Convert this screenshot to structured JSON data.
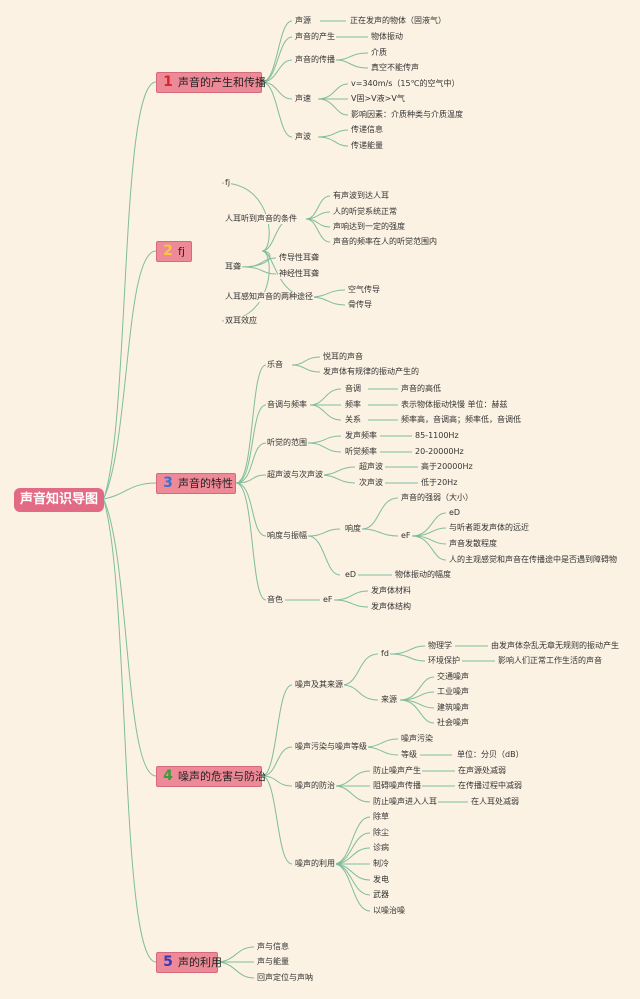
{
  "diagram": {
    "root": "声音知识导图",
    "s1": {
      "num": "1",
      "title": "声音的产生和传播",
      "source": "声源",
      "source_desc": "正在发声的物体（固液气）",
      "produce": "声音的产生",
      "produce_desc": "物体振动",
      "propagate": "声音的传播",
      "medium": "介质",
      "vacuum": "真空不能传声",
      "speed": "声速",
      "speed_1": "v=340m/s（15℃的空气中）",
      "speed_2": "V固>V液>V气",
      "speed_3": "影响因素：介质种类与介质温度",
      "wave": "声波",
      "wave_info": "传递信息",
      "wave_energy": "传递能量"
    },
    "s2": {
      "num": "2",
      "title": "fj",
      "fj": "fj",
      "hear_cond": "人耳听到声音的条件",
      "cond_1": "有声波到达人耳",
      "cond_2": "人的听觉系统正常",
      "cond_3": "声响达到一定的强度",
      "cond_4": "声音的频率在人的听觉范围内",
      "deaf": "耳聋",
      "deaf_1": "传导性耳聋",
      "deaf_2": "神经性耳聋",
      "paths": "人耳感知声音的两种途径",
      "path_air": "空气传导",
      "path_bone": "骨传导",
      "binaural": "双耳效应"
    },
    "s3": {
      "num": "3",
      "title": "声音的特性",
      "music": "乐音",
      "music_1": "悦耳的声音",
      "music_2": "发声体有规律的振动产生的",
      "pitch_freq": "音调与频率",
      "pitch": "音调",
      "pitch_desc": "声音的高低",
      "freq": "频率",
      "freq_desc": "表示物体振动快慢 单位：赫兹",
      "relation": "关系",
      "relation_desc": "频率高，音调高；频率低，音调低",
      "range": "听觉的范围",
      "voice_freq": "发声频率",
      "voice_freq_val": "85-1100Hz",
      "hear_freq": "听觉频率",
      "hear_freq_val": "20-20000Hz",
      "ultra": "超声波与次声波",
      "ultrasonic": "超声波",
      "ultrasonic_val": "高于20000Hz",
      "infrasonic": "次声波",
      "infrasonic_val": "低于20Hz",
      "loud_amp": "响度与振幅",
      "loudness": "响度",
      "loud_1": "声音的强弱（大小）",
      "ef": "eF",
      "ed_small": "eD",
      "factor_1": "与听者距发声体的远近",
      "factor_2": "声音发散程度",
      "factor_3": "人的主观感觉和声音在传播途中是否遇到障碍物",
      "ed": "eD",
      "ed_desc": "物体振动的幅度",
      "timbre": "音色",
      "timbre_ef": "eF",
      "timbre_1": "发声体材料",
      "timbre_2": "发声体结构"
    },
    "s4": {
      "num": "4",
      "title": "噪声的危害与防治",
      "source": "噪声及其来源",
      "fd": "fd",
      "physics": "物理学",
      "physics_desc": "由发声体杂乱无章无规则的振动产生",
      "env": "环境保护",
      "env_desc": "影响人们正常工作生活的声音",
      "origin": "来源",
      "origin_1": "交通噪声",
      "origin_2": "工业噪声",
      "origin_3": "建筑噪声",
      "origin_4": "社会噪声",
      "pollution": "噪声污染与噪声等级",
      "pollution_1": "噪声污染",
      "level": "等级",
      "level_unit": "单位：分贝（dB）",
      "control": "噪声的防治",
      "ctrl_1": "防止噪声产生",
      "ctrl_1_desc": "在声源处减弱",
      "ctrl_2": "阻碍噪声传播",
      "ctrl_2_desc": "在传播过程中减弱",
      "ctrl_3": "防止噪声进入人耳",
      "ctrl_3_desc": "在人耳处减弱",
      "use": "噪声的利用",
      "use_1": "除草",
      "use_2": "除尘",
      "use_3": "诊病",
      "use_4": "制冷",
      "use_5": "发电",
      "use_6": "武器",
      "use_7": "以噪治噪"
    },
    "s5": {
      "num": "5",
      "title": "声的利用",
      "u1": "声与信息",
      "u2": "声与能量",
      "u3": "回声定位与声呐"
    }
  }
}
